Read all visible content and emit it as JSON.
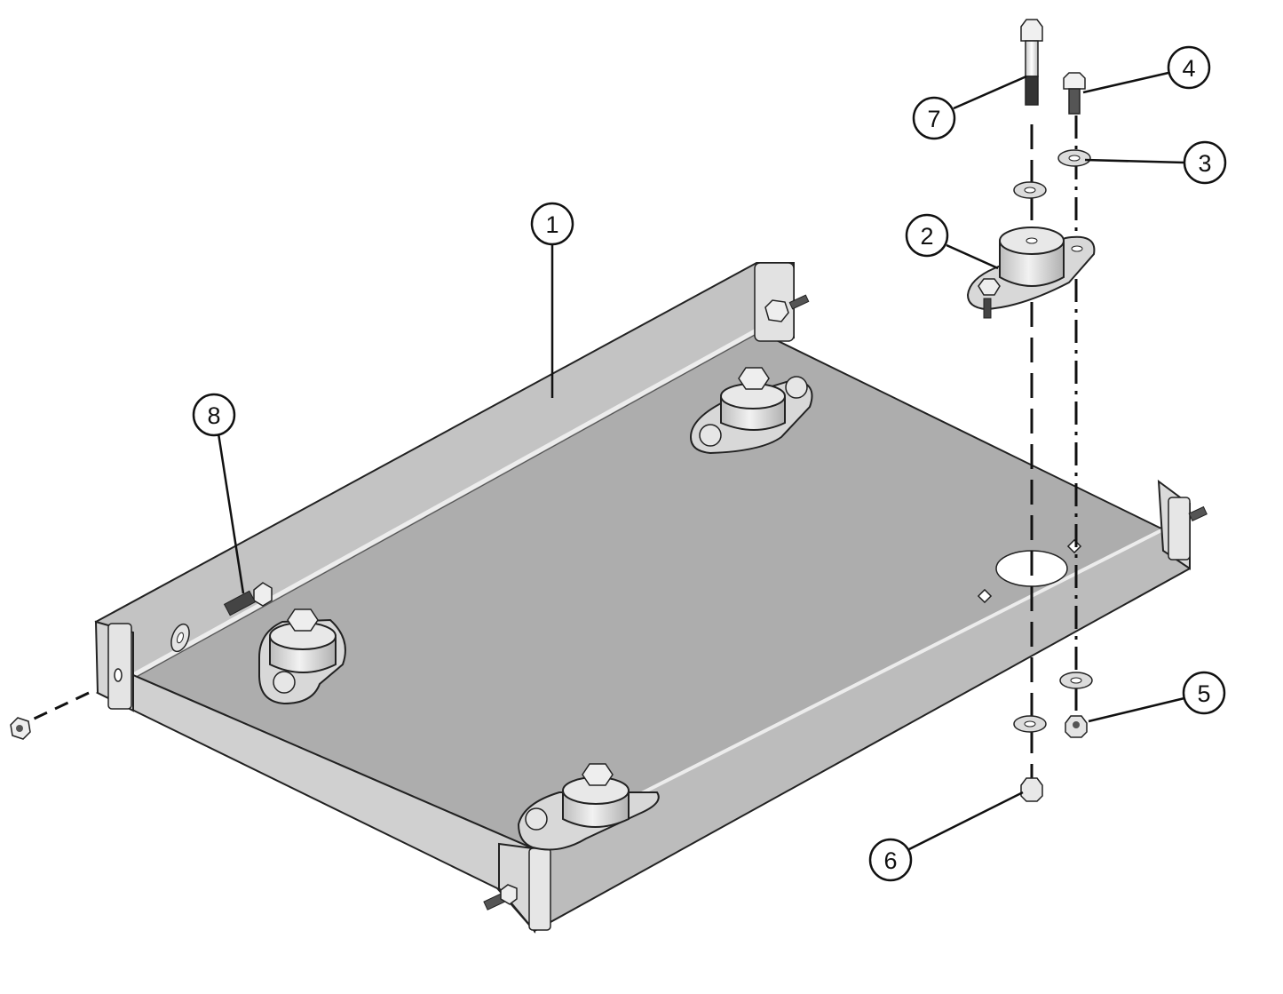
{
  "figure": {
    "callouts": [
      {
        "label": "1",
        "part": "base-plate"
      },
      {
        "label": "2",
        "part": "vibration-mount"
      },
      {
        "label": "3",
        "part": "washer"
      },
      {
        "label": "4",
        "part": "mount-bolt"
      },
      {
        "label": "5",
        "part": "lock-nut"
      },
      {
        "label": "6",
        "part": "hex-nut"
      },
      {
        "label": "7",
        "part": "long-bolt"
      },
      {
        "label": "8",
        "part": "stud"
      }
    ],
    "colors": {
      "plate_face": "#adadad",
      "plate_wall": "#c4c4c4",
      "wall_rim": "#ececec",
      "mount": "#dcdcdc",
      "outline": "#222222"
    }
  }
}
